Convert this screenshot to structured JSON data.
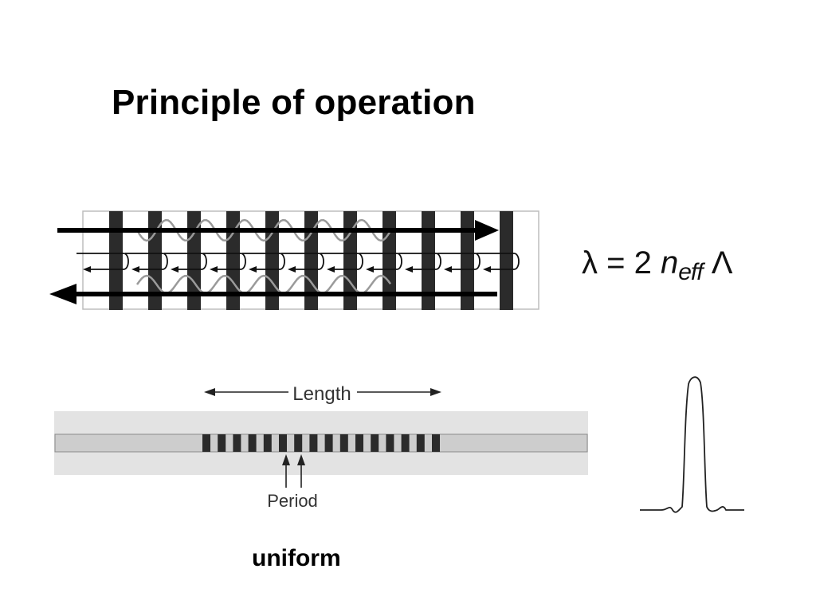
{
  "slide": {
    "title": "Principle of operation",
    "caption": "uniform"
  },
  "formula": {
    "lambda": "λ",
    "equals": "=",
    "factor": "2",
    "n": "n",
    "n_subscript": "eff",
    "period_symbol": "Λ"
  },
  "grating_diagram": {
    "length_label": "Length",
    "period_label": "Period"
  },
  "colors": {
    "bar": "#2b2b2b",
    "wave": "#9a9a9a",
    "cladding": "#e3e3e3",
    "core": "#cdcdcd"
  }
}
